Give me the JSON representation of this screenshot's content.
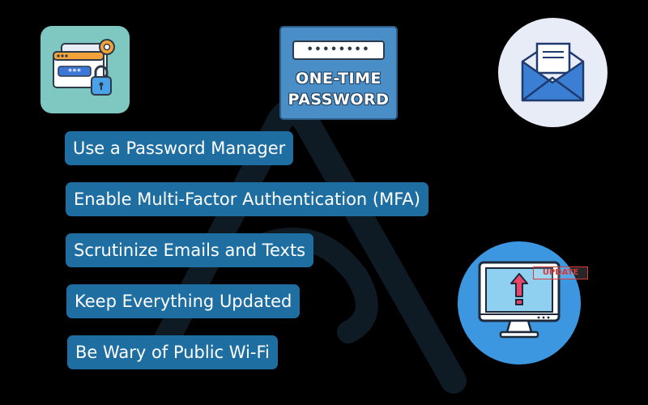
{
  "tips": [
    {
      "label": "Use a Password Manager"
    },
    {
      "label": "Enable Multi-Factor Authentication (MFA)"
    },
    {
      "label": "Scrutinize Emails and Texts"
    },
    {
      "label": "Keep Everything Updated"
    },
    {
      "label": "Be Wary of Public Wi-Fi"
    }
  ],
  "otp_card": {
    "dots": "••••••••",
    "line1": "ONE-TIME",
    "line2": "PASSWORD"
  },
  "update_stamp": {
    "label": "UPDATE"
  },
  "icons": {
    "password_security": "password-lock-gear-icon",
    "otp": "one-time-password-icon",
    "mail": "envelope-icon",
    "update": "monitor-update-icon"
  },
  "colors": {
    "background": "#000000",
    "tip_background": "#1f6ea1",
    "tip_text": "#ffffff",
    "mail_circle": "#e8ecf6",
    "update_circle": "#3d97e0",
    "password_tile": "#7ec8c1"
  }
}
